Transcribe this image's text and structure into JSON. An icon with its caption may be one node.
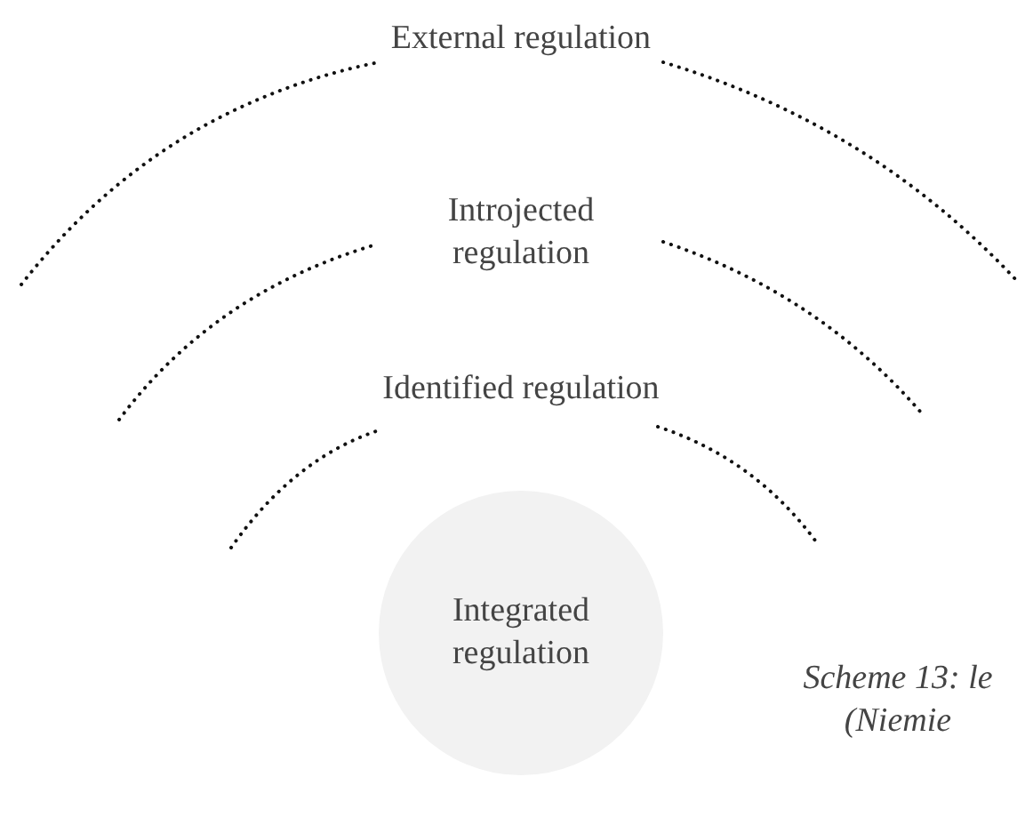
{
  "diagram": {
    "caption": "Scheme 13: le (Niemie",
    "nodes": [
      {
        "text": [
          "Integrated regulation"
        ]
      }
    ],
    "labels": [
      "External regulation",
      "Introjected regulation",
      "Identified regulation"
    ]
  }
}
